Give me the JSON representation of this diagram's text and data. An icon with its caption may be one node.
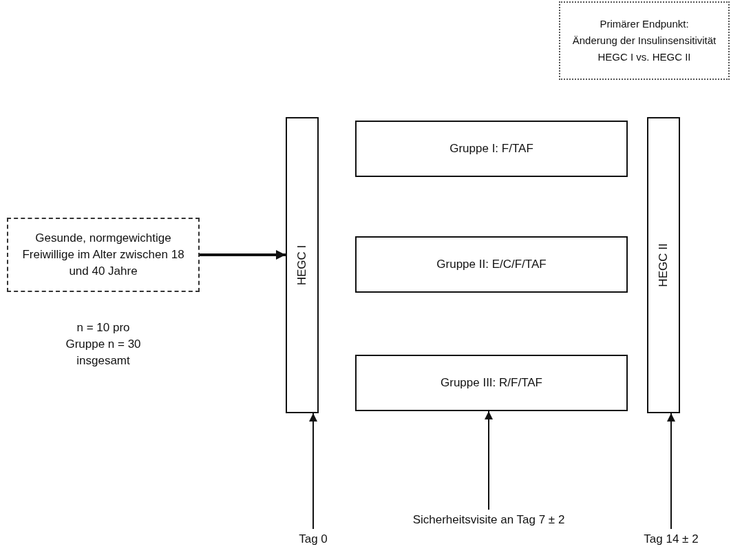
{
  "diagram": {
    "nodes": [
      {
        "text": [
          "Primärer Endpunkt:",
          "Änderung der Insulinsensitivität HEGC I vs. HEGC II"
        ]
      },
      {
        "text": [
          "Gesunde, normgewichtige Freiwillige im Alter zwischen 18 und 40 Jahre"
        ],
        "beside": [
          "n = 10 pro Gruppe n = 30 insgesamt"
        ]
      },
      {
        "text": [
          "HEGC I"
        ]
      },
      {
        "text": [
          "Gruppe I: F/TAF"
        ]
      },
      {
        "text": [
          "Gruppe II: E/C/F/TAF"
        ]
      },
      {
        "text": [
          "Gruppe III: R/F/TAF"
        ]
      },
      {
        "text": [
          "HEGC II"
        ]
      },
      {
        "text": [
          "Tag 0"
        ]
      },
      {
        "text": [
          "Sicherheitsvisite an Tag 7 ± 2"
        ]
      },
      {
        "text": [
          "Tag 14 ± 2"
        ]
      }
    ],
    "edges": [
      {
        "from": 1,
        "to": 2,
        "arrow": "to",
        "style": "thick"
      },
      {
        "from": 7,
        "to": 2,
        "arrow": "to"
      },
      {
        "from": 8,
        "to": 5,
        "arrow": "to"
      },
      {
        "from": 9,
        "to": 6,
        "arrow": "to"
      }
    ]
  }
}
